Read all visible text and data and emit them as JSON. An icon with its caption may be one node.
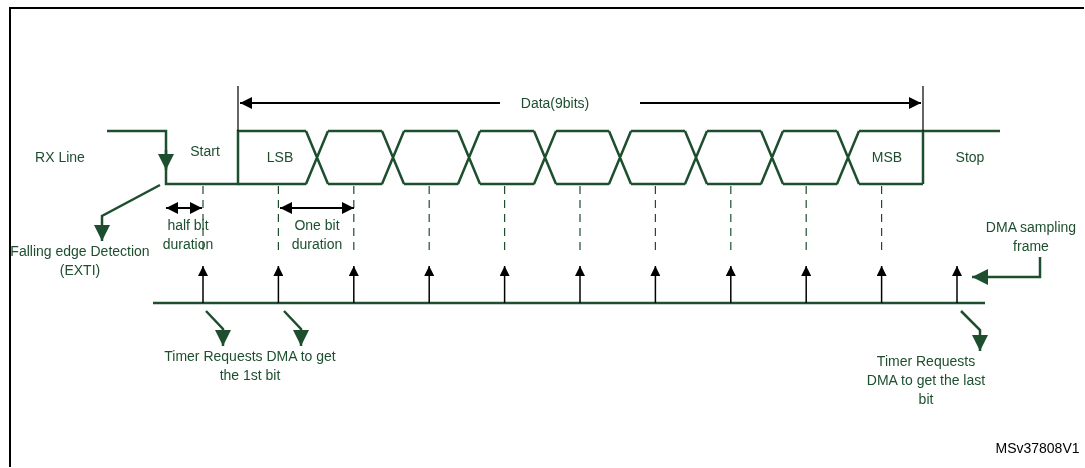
{
  "diagram": {
    "nodes": [
      {
        "text": [
          "Falling edge Detection (EXTI)"
        ]
      },
      {
        "text": [
          "Timer Requests DMA to get the 1st bit"
        ]
      },
      {
        "text": [
          "Timer Requests DMA to get the last bit"
        ]
      },
      {
        "text": [
          "DMA sampling frame"
        ]
      },
      {
        "text": [],
        "shape": "picture"
      }
    ],
    "edges": [
      {
        "from": 4,
        "to": 0,
        "arrow": "to"
      },
      {
        "from": null,
        "to": 1,
        "arrow": "to"
      },
      {
        "from": null,
        "to": 1,
        "arrow": "to"
      },
      {
        "from": null,
        "to": 2,
        "arrow": "to"
      },
      {
        "from": 3,
        "to": null,
        "arrow": "to"
      }
    ],
    "labels": [
      "Data(9bits)",
      "RX Line",
      "Start",
      "LSB",
      "MSB",
      "Stop",
      "half bit duration",
      "One bit duration",
      "MSv37808V1"
    ]
  }
}
